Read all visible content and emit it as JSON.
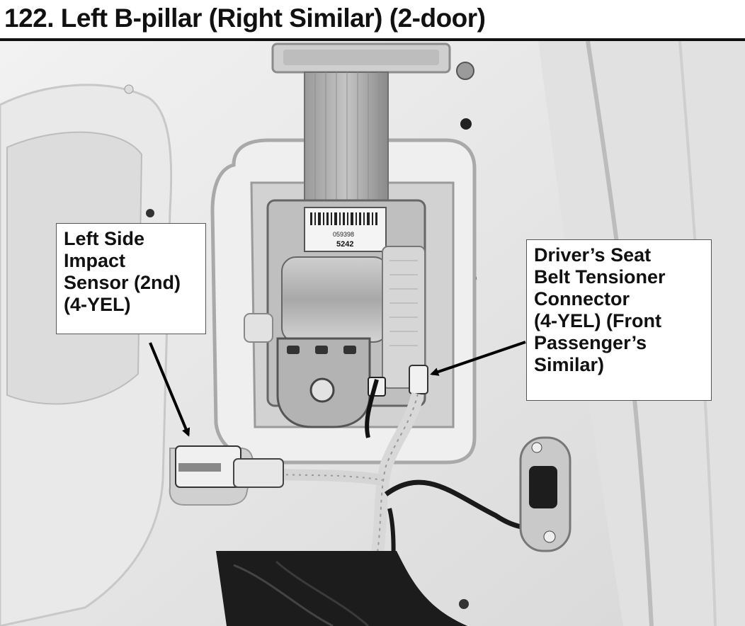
{
  "title": "122. Left B-pillar (Right Similar) (2-door)",
  "callouts": {
    "left_sensor": {
      "lines": [
        "Left Side",
        "Impact",
        "Sensor (2nd)",
        "(4-YEL)"
      ]
    },
    "right_connector": {
      "lines": [
        "Driver’s Seat",
        "Belt Tensioner",
        "Connector",
        "(4-YEL) (Front",
        "Passenger’s",
        "Similar)"
      ]
    }
  },
  "photo_labels": {
    "tag_number": "5242",
    "tag_code": "059398"
  }
}
